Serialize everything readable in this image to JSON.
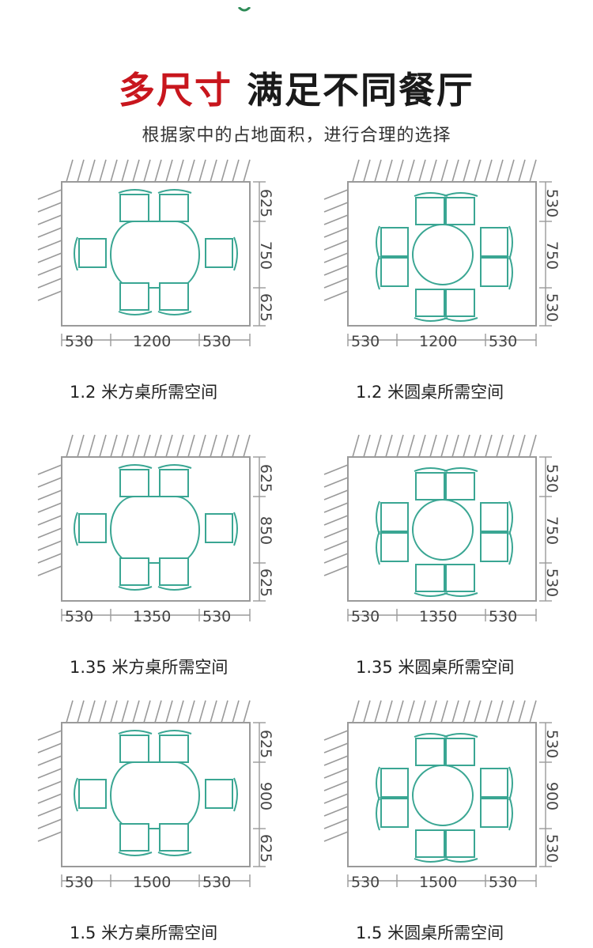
{
  "header": {
    "title_accent": "多尺寸",
    "title_rest": "满足不同餐厅",
    "subtitle": "根据家中的占地面积，进行合理的选择"
  },
  "colors": {
    "accent": "#c8161d",
    "chair": "#3aa693",
    "wall": "#9a9a9a"
  },
  "layouts": [
    {
      "shape": "square",
      "caption": "1.2 米方桌所需空间",
      "bottom": [
        "530",
        "1200",
        "530"
      ],
      "side": [
        "625",
        "750",
        "625"
      ]
    },
    {
      "shape": "round",
      "caption": "1.2 米圆桌所需空间",
      "bottom": [
        "530",
        "1200",
        "530"
      ],
      "side": [
        "530",
        "750",
        "530"
      ]
    },
    {
      "shape": "square",
      "caption": "1.35 米方桌所需空间",
      "bottom": [
        "530",
        "1350",
        "530"
      ],
      "side": [
        "625",
        "850",
        "625"
      ]
    },
    {
      "shape": "round",
      "caption": "1.35 米圆桌所需空间",
      "bottom": [
        "530",
        "1350",
        "530"
      ],
      "side": [
        "530",
        "750",
        "530"
      ]
    },
    {
      "shape": "square",
      "caption": "1.5 米方桌所需空间",
      "bottom": [
        "530",
        "1500",
        "530"
      ],
      "side": [
        "625",
        "900",
        "625"
      ]
    },
    {
      "shape": "round",
      "caption": "1.5 米圆桌所需空间",
      "bottom": [
        "530",
        "1500",
        "530"
      ],
      "side": [
        "530",
        "900",
        "530"
      ]
    }
  ]
}
